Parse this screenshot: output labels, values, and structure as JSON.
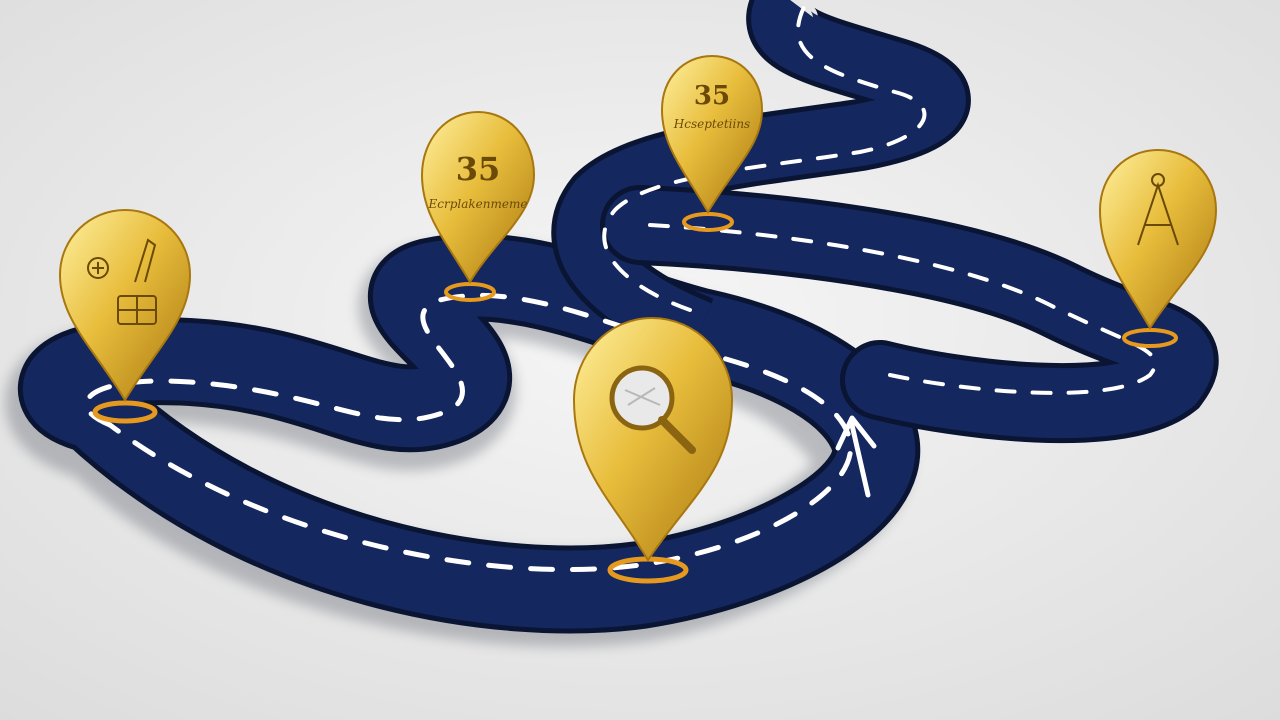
{
  "scene": {
    "description_free": true,
    "colors": {
      "background_light": "#f6f6f6",
      "background_dark": "#dcdcdc",
      "road": "#14275e",
      "road_edge": "#0a1433",
      "road_shadow": "#555a66",
      "lane_marking": "#ffffff",
      "pin_gold_light": "#fff1a0",
      "pin_gold_mid": "#e8bd3c",
      "pin_gold_dark": "#a8770f",
      "ring_orange": "#e59a1f"
    }
  },
  "pins": [
    {
      "id": "pin-1",
      "icon": "tools-icon",
      "number": "",
      "caption": ""
    },
    {
      "id": "pin-2",
      "icon": "milestone-icon",
      "number": "35",
      "caption": "Ecrplakenmeme"
    },
    {
      "id": "pin-3",
      "icon": "milestone-icon",
      "number": "35",
      "caption": "Hcseptetiins"
    },
    {
      "id": "pin-4",
      "icon": "magnifier-icon",
      "number": "",
      "caption": ""
    },
    {
      "id": "pin-5",
      "icon": "figure-icon",
      "number": "",
      "caption": ""
    }
  ],
  "road": {
    "direction_arrow_icon": "arrow-up-icon"
  }
}
